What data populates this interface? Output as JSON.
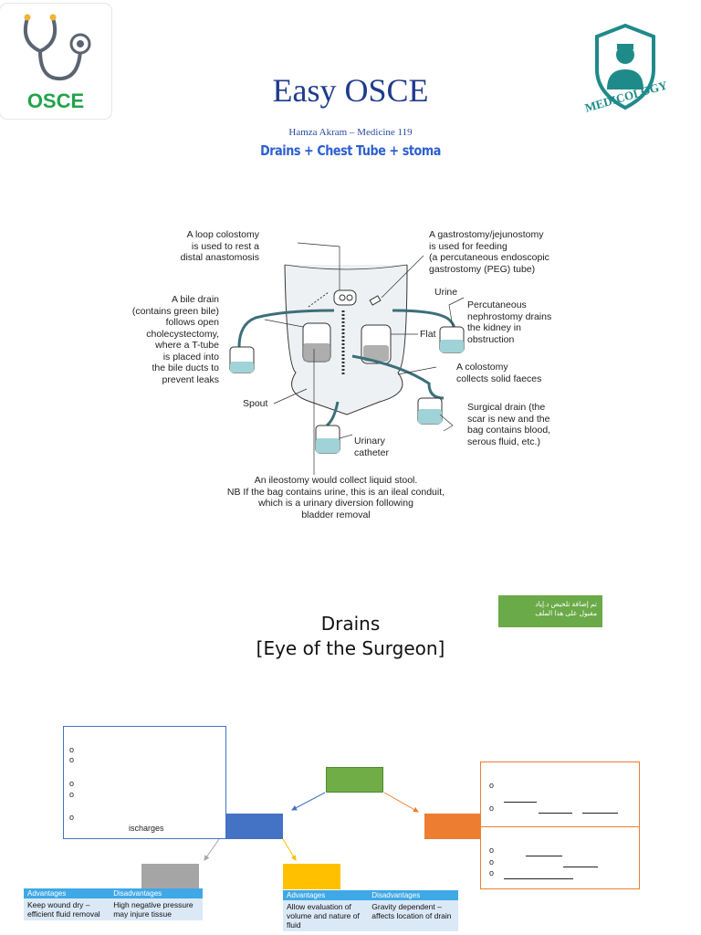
{
  "header": {
    "logo_left_text": "OSCE",
    "logo_right_text": "MEDICOLOGY",
    "title": "Easy OSCE",
    "author": "Hamza Akram – Medicine 119",
    "subtitle": "Drains + Chest Tube + stoma"
  },
  "diagram": {
    "labels": {
      "loop_colostomy": [
        "A loop colostomy",
        "is used to rest a",
        "distal anastomosis"
      ],
      "gastrostomy": [
        "A gastrostomy/jejunostomy",
        "is used for feeding",
        "(a percutaneous endoscopic",
        "gastrostomy (PEG) tube)"
      ],
      "bile_drain": [
        "A bile drain",
        "(contains green bile)",
        "follows open",
        "cholecystectomy,",
        "where a T-tube",
        "is placed into",
        "the bile ducts to",
        "prevent leaks"
      ],
      "urine": "Urine",
      "nephrostomy": [
        "Percutaneous",
        "nephrostomy drains",
        "the kidney in",
        "obstruction"
      ],
      "flat": "Flat",
      "colostomy": [
        "A colostomy",
        "collects solid faeces"
      ],
      "spout": "Spout",
      "surgical_drain": [
        "Surgical drain (the",
        "scar is new and the",
        "bag contains blood,",
        "serous fluid, etc.)"
      ],
      "urinary_catheter": [
        "Urinary",
        "catheter"
      ],
      "ileostomy": [
        "An ileostomy would collect liquid stool.",
        "NB If the bag contains urine, this is an ileal conduit,",
        "which is a urinary diversion following",
        "bladder removal"
      ]
    }
  },
  "note": {
    "line1": "تم إضافة تلخيص د.إياد",
    "line2": "مقبول على هذا الملف"
  },
  "section": {
    "title": "Drains",
    "subtitle": "[Eye of the Surgeon]"
  },
  "mindmap": {
    "left_box_fragment": "ischarges",
    "bullet_glyph": "o",
    "table_left": {
      "headers": [
        "Advantages",
        "Disadvantages"
      ],
      "row": [
        "Keep wound dry – efficient fluid removal",
        "High negative pressure may injure tissue"
      ]
    },
    "table_right": {
      "headers": [
        "Advantages",
        "Disadvantages"
      ],
      "row": [
        "Allow evaluation of volume and nature of fluid",
        "Gravity dependent – affects location of drain"
      ]
    },
    "colors": {
      "green": "#70ad47",
      "blue": "#4472c4",
      "orange": "#ed7d31",
      "gray": "#a5a5a5",
      "yellow": "#ffc000"
    }
  }
}
